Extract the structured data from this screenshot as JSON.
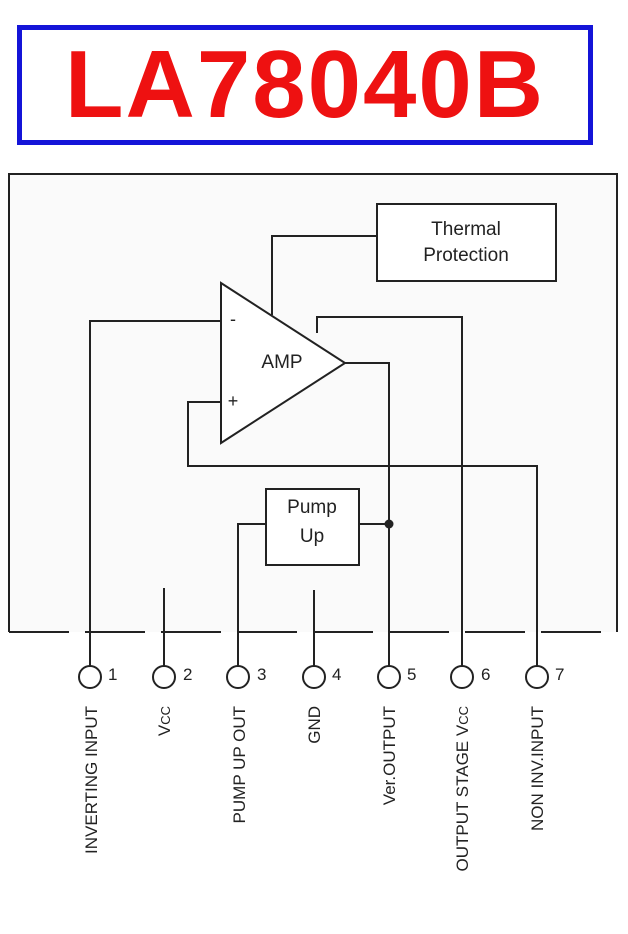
{
  "title": "LA78040B",
  "colors": {
    "title_text": "#ee1111",
    "title_border": "#1414d8",
    "lines": "#222222",
    "package_fill": "#fafafa"
  },
  "blocks": {
    "thermal": [
      "Thermal",
      "Protection"
    ],
    "amp": "AMP",
    "amp_minus": "-",
    "amp_plus": "+",
    "pump": [
      "Pump",
      "Up"
    ]
  },
  "pins": [
    {
      "number": "1",
      "label": "INVERTING INPUT"
    },
    {
      "number": "2",
      "label": "VCC",
      "label_main": "V",
      "label_sub": "CC"
    },
    {
      "number": "3",
      "label": "PUMP UP OUT"
    },
    {
      "number": "4",
      "label": "GND"
    },
    {
      "number": "5",
      "label": "Ver.OUTPUT"
    },
    {
      "number": "6",
      "label": "OUTPUT STAGE VCC",
      "label_main": "OUTPUT STAGE V",
      "label_sub": "CC"
    },
    {
      "number": "7",
      "label": "NON INV.INPUT"
    }
  ]
}
